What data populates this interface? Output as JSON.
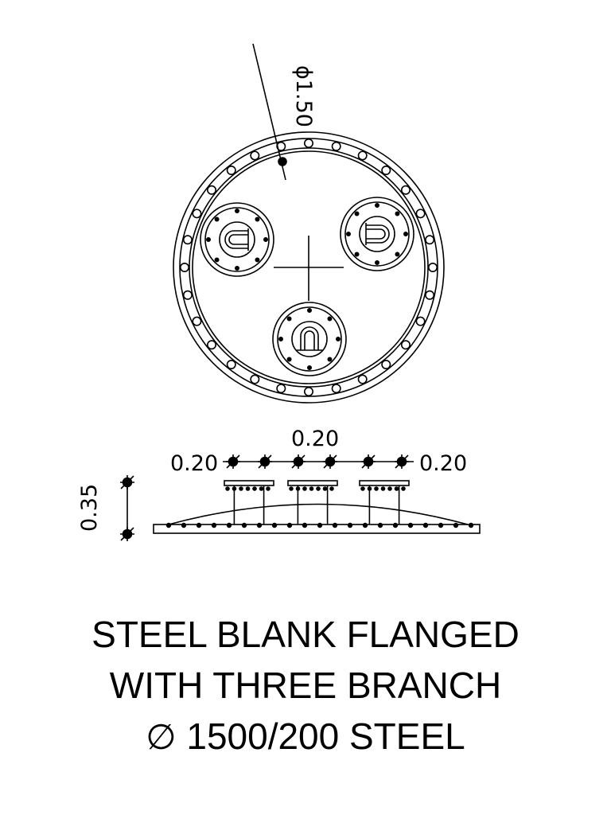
{
  "diagram": {
    "diameter_label": "ϕ1.50",
    "spacing_top_label": "0.20",
    "spacing_left_label": "0.20",
    "spacing_right_label": "0.20",
    "height_label": "0.35"
  },
  "title": {
    "line1": "STEEL BLANK FLANGED",
    "line2": "WITH THREE BRANCH",
    "line3_symbol": "∅",
    "line3_text": "1500/200 STEEL"
  }
}
